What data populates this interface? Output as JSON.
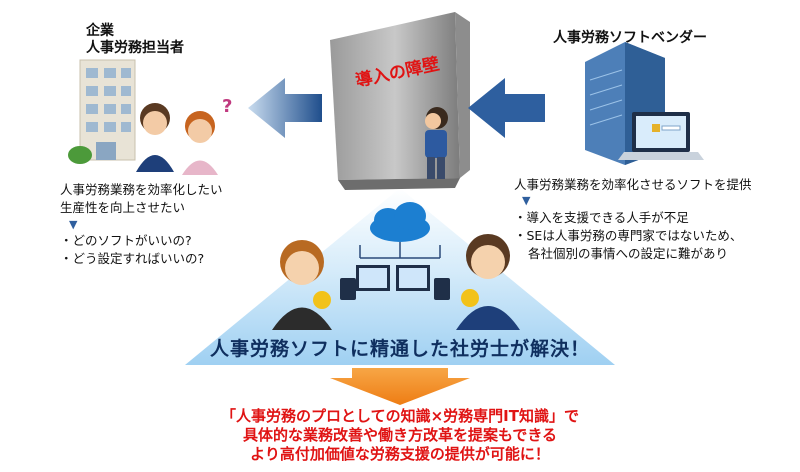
{
  "left": {
    "heading_line1": "企業",
    "heading_line2": "人事労務担当者",
    "desc_line1": "人事労務業務を効率化したい",
    "desc_line2": "生産性を向上させたい",
    "arrow_glyph": "▼",
    "bullets": [
      "・どのソフトがいいの?",
      "・どう設定すればいいの?"
    ]
  },
  "right": {
    "heading": "人事労務ソフトベンダー",
    "desc": "人事労務業務を効率化させるソフトを提供",
    "arrow_glyph": "▼",
    "bullet1": "・導入を支援できる人手が不足",
    "bullet2_line1": "・SEは人事労務の専門家ではないため、",
    "bullet2_line2": "各社個別の事情への設定に難があり"
  },
  "wall": {
    "label": "導入の障壁"
  },
  "confused_mark": "?",
  "solution": {
    "text": "人事労務ソフトに精通した社労士が解決！"
  },
  "result": {
    "line1": "「人事労務のプロとしての知識×労務専門IT知識」で",
    "line2": "具体的な業務改善や働き方改革を提案もできる",
    "line3": "より高付加価値な労務支援の提供が可能に！"
  },
  "colors": {
    "blue_arrow": "#2f5f9e",
    "orange_arrow": "#f08a1e",
    "result_text": "#e01414",
    "wall_label": "#e01414",
    "solution_text": "#0f2f5f"
  }
}
